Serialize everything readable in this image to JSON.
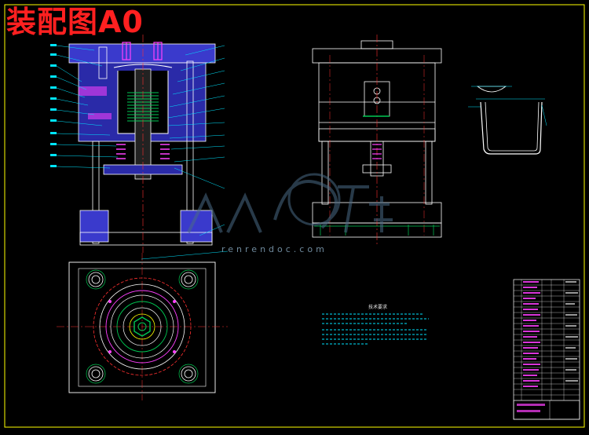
{
  "drawing": {
    "title": "装配图A0",
    "watermark_text": "renrendoc.com",
    "tech_requirements_title": "技术要求"
  },
  "colors": {
    "background": "#000000",
    "title": "#ff2020",
    "frame": "#ffff00",
    "outline": "#ffffff",
    "hatch": "#5050ff",
    "centerline": "#ff3030",
    "dimension": "#00e5ff",
    "spring": "#00c853",
    "part_pink": "#ff40ff",
    "watermark": "#4a6a85"
  }
}
